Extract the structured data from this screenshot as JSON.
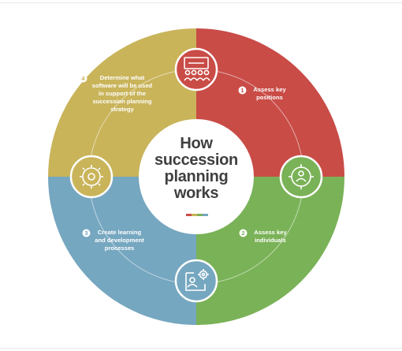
{
  "title": {
    "line1": "How",
    "line2": "succession",
    "line3": "planning",
    "line4": "works"
  },
  "colors": {
    "red": "#c94c47",
    "green": "#7ab257",
    "blue": "#76a7c0",
    "gold": "#c9b45a",
    "ring_line": "#ffffff",
    "center_fill": "#ffffff",
    "title_text": "#3f3f3f"
  },
  "steps": [
    {
      "number": "1",
      "text_line1": "Assess key",
      "text_line2": "positions",
      "text_line3": "",
      "text_line4": "",
      "text_line5": "",
      "color": "#c94c47",
      "icon": "presentation-people-icon"
    },
    {
      "number": "2",
      "text_line1": "Assess key",
      "text_line2": "individuals",
      "text_line3": "",
      "text_line4": "",
      "text_line5": "",
      "color": "#7ab257",
      "icon": "target-person-icon"
    },
    {
      "number": "3",
      "text_line1": "Create learning",
      "text_line2": "and development",
      "text_line3": "processes",
      "text_line4": "",
      "text_line5": "",
      "color": "#76a7c0",
      "icon": "gear-person-icon"
    },
    {
      "number": "4",
      "text_line1": "Determine what",
      "text_line2": "software will be used",
      "text_line3": "in support of the",
      "text_line4": "succession planning",
      "text_line5": "strategy",
      "color": "#c9b45a",
      "icon": "gear-target-icon"
    }
  ],
  "accent_colors": [
    "#c94c47",
    "#c9b45a",
    "#7ab257",
    "#76a7c0"
  ]
}
